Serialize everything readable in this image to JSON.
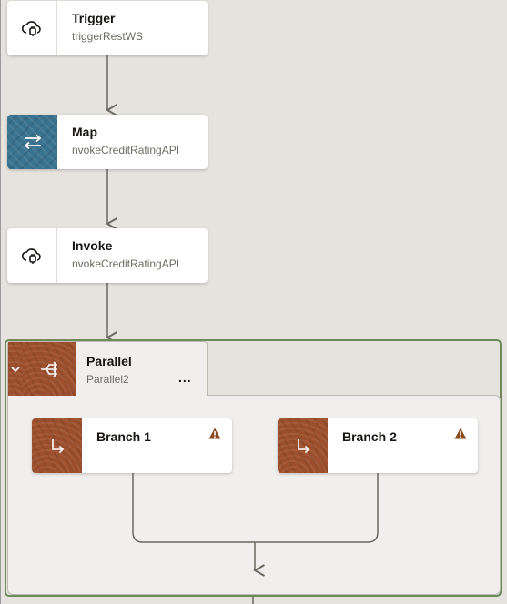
{
  "nodes": {
    "trigger": {
      "title": "Trigger",
      "subtitle": "triggerRestWS",
      "icon": "cloud-plug-icon"
    },
    "map": {
      "title": "Map",
      "subtitle": "nvokeCreditRatingAPI",
      "icon": "swap-arrows-icon"
    },
    "invoke": {
      "title": "Invoke",
      "subtitle": "nvokeCreditRatingAPI",
      "icon": "cloud-plug-icon"
    }
  },
  "parallel": {
    "title": "Parallel",
    "subtitle": "Parallel2",
    "more_label": "...",
    "icon": "parallel-split-icon",
    "collapse_icon": "chevron-down-icon"
  },
  "branches": [
    {
      "title": "Branch 1",
      "icon": "branch-arrow-icon",
      "warning_icon": "warning-icon"
    },
    {
      "title": "Branch 2",
      "icon": "branch-arrow-icon",
      "warning_icon": "warning-icon"
    }
  ],
  "colors": {
    "canvas_bg": "#e6e3de",
    "map_tile": "#3a7390",
    "parallel_tile": "#9c4f2c",
    "parallel_border": "#6f8a5a",
    "warning": "#8a4a1f",
    "connector": "#6b6761"
  }
}
